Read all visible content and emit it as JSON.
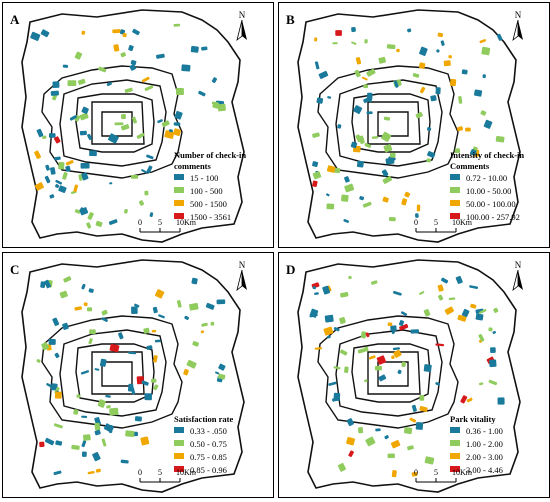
{
  "panels": [
    {
      "id": "A",
      "letter": "A",
      "legend_title": "Number of check-in comments",
      "legend_title_lines": [
        "Number of check-in",
        "comments"
      ],
      "classes": [
        {
          "label": "15 - 100",
          "color": "#1a7a9c"
        },
        {
          "label": "100 - 500",
          "color": "#8fcb5d"
        },
        {
          "label": "500 - 1500",
          "color": "#f0a800"
        },
        {
          "label": "1500 - 3561",
          "color": "#d7191c"
        }
      ]
    },
    {
      "id": "B",
      "letter": "B",
      "legend_title": "Intensity of check-in Comments",
      "legend_title_lines": [
        "Intensity of check-in",
        "Comments"
      ],
      "classes": [
        {
          "label": "0.72 - 10.00",
          "color": "#1a7a9c"
        },
        {
          "label": "10.00 - 50.00",
          "color": "#8fcb5d"
        },
        {
          "label": "50.00 - 100.00",
          "color": "#f0a800"
        },
        {
          "label": "100.00 - 257.92",
          "color": "#d7191c"
        }
      ]
    },
    {
      "id": "C",
      "letter": "C",
      "legend_title": "Satisfaction rate",
      "legend_title_lines": [
        "Satisfaction rate"
      ],
      "classes": [
        {
          "label": "0.33 - .050",
          "color": "#1a7a9c"
        },
        {
          "label": "0.50 - 0.75",
          "color": "#8fcb5d"
        },
        {
          "label": "0.75 - 0.85",
          "color": "#f0a800"
        },
        {
          "label": "0.85 - 0.96",
          "color": "#d7191c"
        }
      ]
    },
    {
      "id": "D",
      "letter": "D",
      "legend_title": "Park vitality",
      "legend_title_lines": [
        "Park vitality"
      ],
      "classes": [
        {
          "label": "0.36 - 1.00",
          "color": "#1a7a9c"
        },
        {
          "label": "1.00 - 2.00",
          "color": "#8fcb5d"
        },
        {
          "label": "2.00 - 3.00",
          "color": "#f0a800"
        },
        {
          "label": "3.00 - 4.46",
          "color": "#d7191c"
        }
      ]
    }
  ],
  "north_arrow": {
    "label": "N"
  },
  "scale_bar": {
    "ticks": [
      "0",
      "5",
      "10"
    ],
    "unit": "Km"
  }
}
